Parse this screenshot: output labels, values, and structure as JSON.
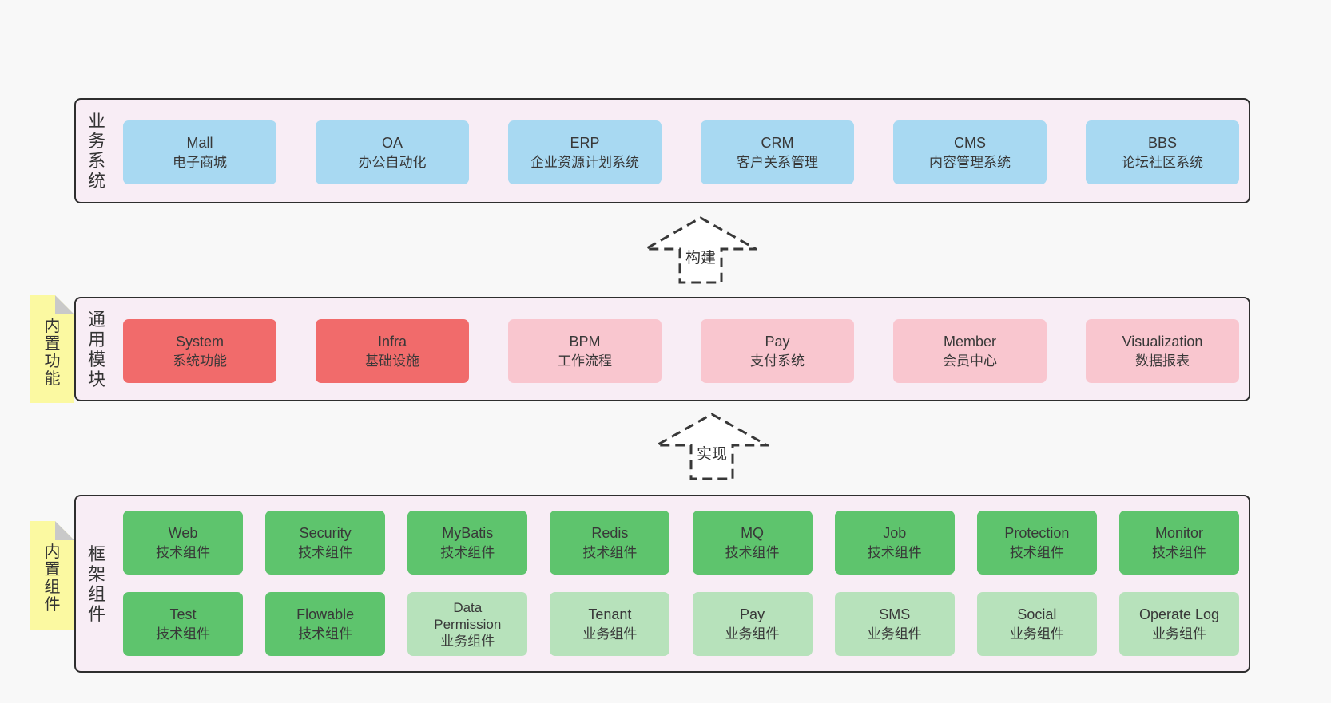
{
  "diagram": {
    "colors": {
      "page_background": "#f8f8f8",
      "panel_background": "#f8edf5",
      "panel_border": "#2e2e2e",
      "blue_box": "#a8d9f2",
      "red_box": "#f16b6b",
      "pink_box": "#f9c6cf",
      "green_box": "#5ec46d",
      "light_green_box": "#b7e2bb",
      "sticky_note": "#fbf9a1",
      "note_fold": "#c9c9c9",
      "text": "#383838"
    },
    "arrows": [
      {
        "label": "构建"
      },
      {
        "label": "实现"
      }
    ],
    "panels": [
      {
        "id": "business-systems",
        "side_label": "业务系统",
        "boxes": [
          {
            "title": "Mall",
            "subtitle": "电子商城"
          },
          {
            "title": "OA",
            "subtitle": "办公自动化"
          },
          {
            "title": "ERP",
            "subtitle": "企业资源计划系统"
          },
          {
            "title": "CRM",
            "subtitle": "客户关系管理"
          },
          {
            "title": "CMS",
            "subtitle": "内容管理系统"
          },
          {
            "title": "BBS",
            "subtitle": "论坛社区系统"
          }
        ]
      },
      {
        "id": "common-modules",
        "side_label": "通用模块",
        "sticky_note": "内置功能",
        "boxes": [
          {
            "title": "System",
            "subtitle": "系统功能"
          },
          {
            "title": "Infra",
            "subtitle": "基础设施"
          },
          {
            "title": "BPM",
            "subtitle": "工作流程"
          },
          {
            "title": "Pay",
            "subtitle": "支付系统"
          },
          {
            "title": "Member",
            "subtitle": "会员中心"
          },
          {
            "title": "Visualization",
            "subtitle": "数据报表"
          }
        ]
      },
      {
        "id": "framework-components",
        "side_label": "框架组件",
        "sticky_note": "内置组件",
        "rows": [
          [
            {
              "title": "Web",
              "subtitle": "技术组件"
            },
            {
              "title": "Security",
              "subtitle": "技术组件"
            },
            {
              "title": "MyBatis",
              "subtitle": "技术组件"
            },
            {
              "title": "Redis",
              "subtitle": "技术组件"
            },
            {
              "title": "MQ",
              "subtitle": "技术组件"
            },
            {
              "title": "Job",
              "subtitle": "技术组件"
            },
            {
              "title": "Protection",
              "subtitle": "技术组件"
            },
            {
              "title": "Monitor",
              "subtitle": "技术组件"
            }
          ],
          [
            {
              "title": "Test",
              "subtitle": "技术组件"
            },
            {
              "title": "Flowable",
              "subtitle": "技术组件"
            },
            {
              "title": "Data Permission",
              "subtitle": "业务组件"
            },
            {
              "title": "Tenant",
              "subtitle": "业务组件"
            },
            {
              "title": "Pay",
              "subtitle": "业务组件"
            },
            {
              "title": "SMS",
              "subtitle": "业务组件"
            },
            {
              "title": "Social",
              "subtitle": "业务组件"
            },
            {
              "title": "Operate Log",
              "subtitle": "业务组件"
            }
          ]
        ]
      }
    ]
  }
}
